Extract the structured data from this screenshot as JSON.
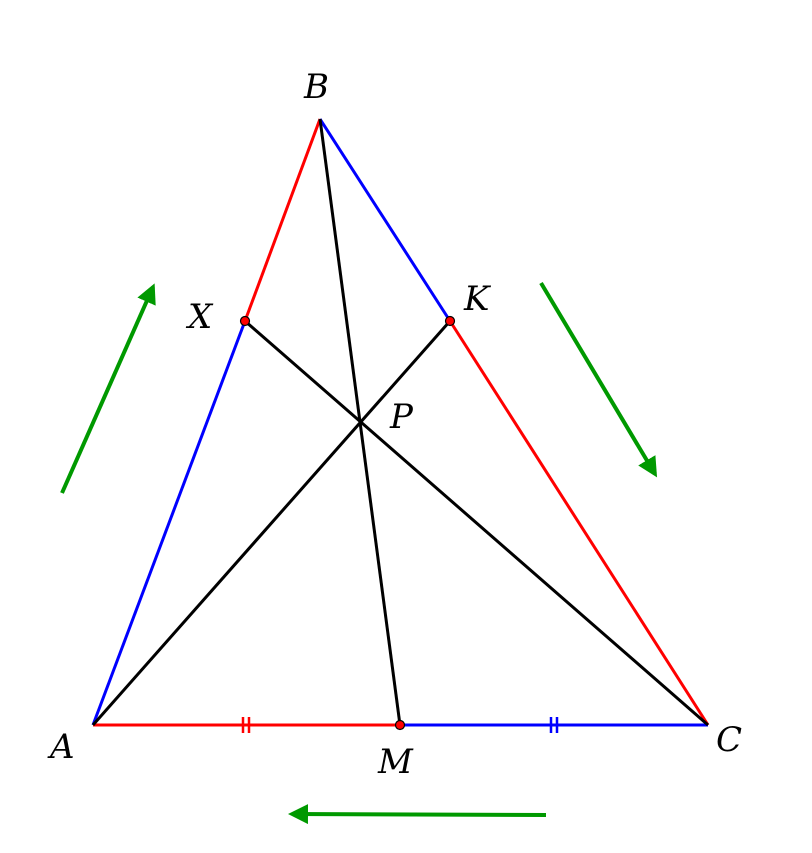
{
  "points": {
    "A": "A",
    "B": "B",
    "C": "C",
    "X": "X",
    "K": "K",
    "P": "P",
    "M": "M"
  },
  "colors": {
    "red": "#ff0000",
    "blue": "#0000ff",
    "black": "#000000",
    "green": "#009900"
  }
}
